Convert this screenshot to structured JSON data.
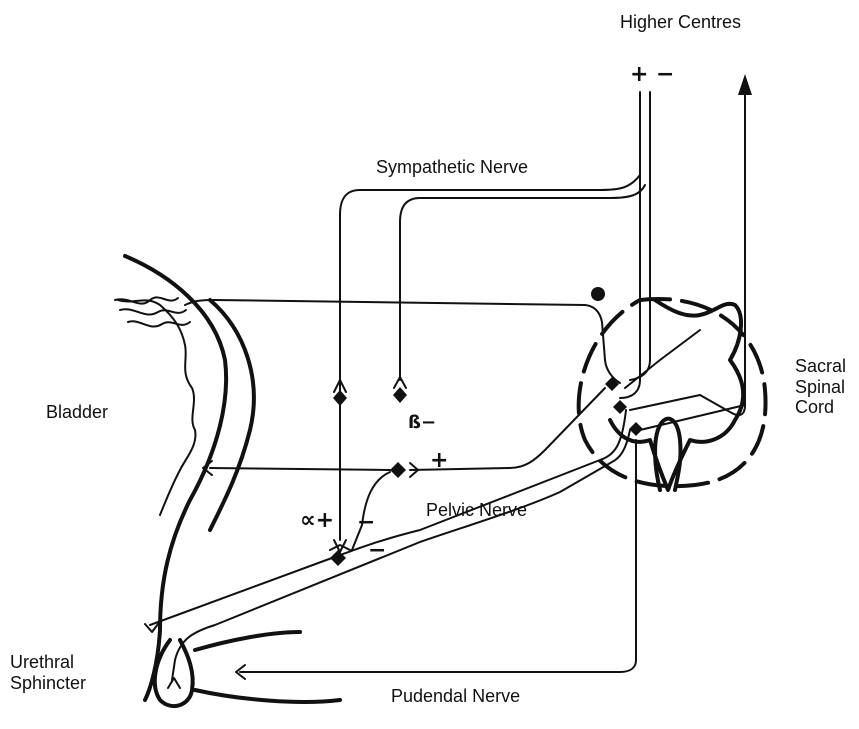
{
  "labels": {
    "higher_centres": "Higher Centres",
    "sympathetic_nerve": "Sympathetic Nerve",
    "bladder": "Bladder",
    "sacral_spinal_cord": [
      "Sacral",
      "Spinal",
      "Cord"
    ],
    "pelvic_nerve": "Pelvic Nerve",
    "urethral_sphincter": [
      "Urethral",
      "Sphincter"
    ],
    "pudendal_nerve": "Pudendal Nerve"
  },
  "signs": {
    "higher_plus": "+",
    "higher_minus": "−",
    "beta_minus": "ß−",
    "pelvic_plus": "+",
    "alpha_plus": "∝+",
    "inhib_minus_upper": "−",
    "inhib_minus_lower": "−"
  }
}
